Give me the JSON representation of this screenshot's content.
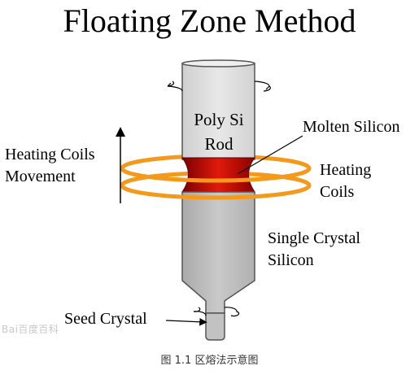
{
  "title": "Floating Zone Method",
  "labels": {
    "poly_si_line1": "Poly Si",
    "poly_si_line2": "Rod",
    "molten_silicon": "Molten Silicon",
    "heating_coils_movement_line1": "Heating Coils",
    "heating_coils_movement_line2": "Movement",
    "heating_coils_line1": "Heating",
    "heating_coils_line2": "Coils",
    "single_crystal_line1": "Single Crystal",
    "single_crystal_line2": "Silicon",
    "seed_crystal": "Seed Crystal"
  },
  "caption": "图 1.1 区熔法示意图",
  "watermark": "Bai百度百科",
  "colors": {
    "rod_top": "#e6e6e6",
    "rod_bottom": "#bfbfbf",
    "coil": "#f39a1d",
    "molten": "#cc1100"
  }
}
